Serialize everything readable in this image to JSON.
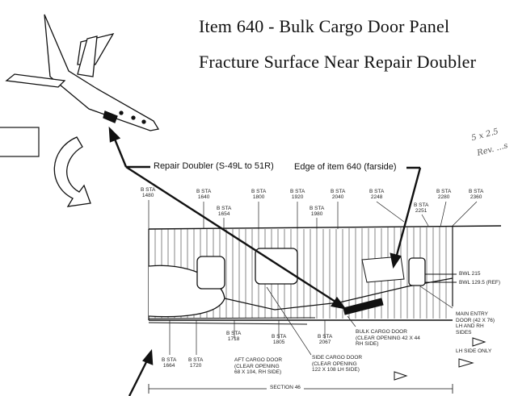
{
  "title_line1": "Item 640 - Bulk Cargo Door Panel",
  "title_line2": "Fracture Surface Near Repair Doubler",
  "callouts": {
    "repair_doubler": "Repair Doubler (S-49L to 51R)",
    "edge_item": "Edge of item 640 (farside)"
  },
  "stations_top": [
    "B STA\n1480",
    "B STA\n1640",
    "B STA\n1654",
    "B STA\n1800",
    "B STA\n1920",
    "B STA\n1980",
    "B STA\n2040",
    "B STA\n2248",
    "B STA\n2251",
    "B STA\n2280",
    "B STA\n2360"
  ],
  "stations_bottom": [
    "B STA\n1664",
    "B STA\n1720",
    "B STA\n1718",
    "B STA\n1805",
    "B STA\n2067"
  ],
  "notes": {
    "bwl_215": "BWL 215",
    "bwl_129": "BWL 129.5 (REF)",
    "main_entry": "MAIN ENTRY\nDOOR (42 X 76)\nLH AND RH\nSIDES",
    "lh_side_only": "LH SIDE ONLY",
    "bulk_door": "BULK CARGO DOOR\n(CLEAR OPENING 42 X 44\nRH SIDE)",
    "side_door": "SIDE CARGO DOOR\n(CLEAR OPENING\n122 X 108 LH SIDE)",
    "aft_door": "AFT CARGO DOOR\n(CLEAR OPENING\n68 X 104, RH SIDE)",
    "section": "SECTION 46"
  },
  "handwriting": [
    "5 x 2.5",
    "Rev. ...s"
  ]
}
